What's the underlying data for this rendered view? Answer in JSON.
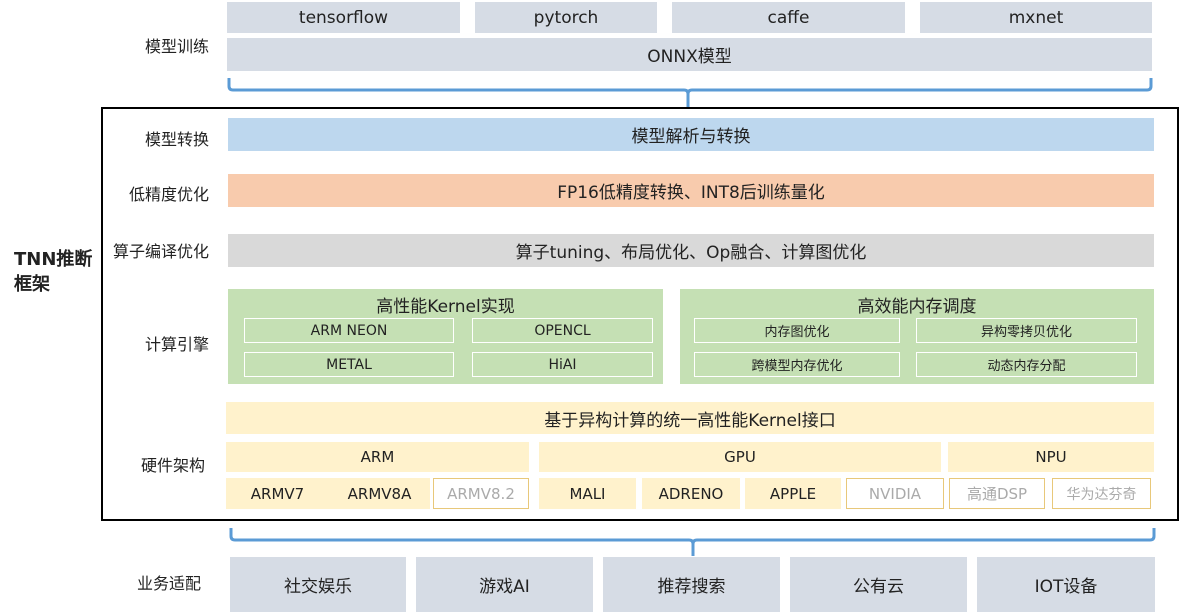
{
  "training": {
    "label": "模型训练",
    "frameworks": [
      "tensorflow",
      "pytorch",
      "caffe",
      "mxnet"
    ],
    "onnx": "ONNX模型"
  },
  "framework_title": "TNN推断框架",
  "conversion": {
    "label": "模型转换",
    "content": "模型解析与转换"
  },
  "low_precision": {
    "label": "低精度优化",
    "content": "FP16低精度转换、INT8后训练量化"
  },
  "operator": {
    "label": "算子编译优化",
    "content": "算子tuning、布局优化、Op融合、计算图优化"
  },
  "compute": {
    "label": "计算引擎",
    "kernel": {
      "title": "高性能Kernel实现",
      "items": [
        "ARM NEON",
        "OPENCL",
        "METAL",
        "HiAI"
      ]
    },
    "memory": {
      "title": "高效能内存调度",
      "items": [
        "内存图优化",
        "异构零拷贝优化",
        "跨模型内存优化",
        "动态内存分配"
      ]
    }
  },
  "hardware": {
    "label": "硬件架构",
    "interface": "基于异构计算的统一高性能Kernel接口",
    "groups": [
      {
        "name": "ARM",
        "items": [
          "ARMV7",
          "ARMV8A",
          "ARMV8.2"
        ]
      },
      {
        "name": "GPU",
        "items": [
          "MALI",
          "ADRENO",
          "APPLE",
          "NVIDIA"
        ]
      },
      {
        "name": "NPU",
        "items": [
          "高通DSP",
          "华为达芬奇"
        ]
      }
    ]
  },
  "business": {
    "label": "业务适配",
    "items": [
      "社交娱乐",
      "游戏AI",
      "推荐搜索",
      "公有云",
      "IOT设备"
    ]
  },
  "colors": {
    "gray": "#d6dce5",
    "blue": "#bdd7ee",
    "orange": "#f8cbad",
    "green": "#c5e0b4",
    "cream": "#fff2cc",
    "brace": "#5b9bd5"
  }
}
